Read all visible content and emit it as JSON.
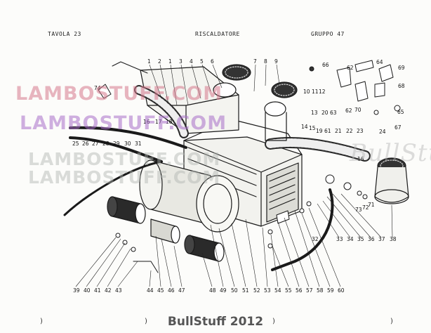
{
  "header": {
    "left": "TAVOLA 23",
    "middle": "RISCALDATORE",
    "right": "GRUPPO 47"
  },
  "watermarks": [
    "LAMBOSTUFF.COM",
    "LAMBOSTUFF.COM",
    "LAMBOSTUFF.COM",
    "LAMBOSTUFF.COM",
    "BullStuff"
  ],
  "footer": "BullStuff 2012",
  "edge_marks": [
    ")",
    ")",
    ")",
    ")"
  ],
  "part_numbers": {
    "p1": "1",
    "p2": "2",
    "p3": "3",
    "p4": "4",
    "p5": "5",
    "p6": "6",
    "p7": "7",
    "p8": "8",
    "p9": "9",
    "p10": "10",
    "p11": "11",
    "p12": "12",
    "p13": "13",
    "p14": "14",
    "p15": "15",
    "p16": "16",
    "p17": "17",
    "p18": "18",
    "p19": "19",
    "p20": "20",
    "p21": "21",
    "p22": "22",
    "p23": "23",
    "p24": "24",
    "p25": "25",
    "p26": "26",
    "p27": "27",
    "p28": "28",
    "p29": "29",
    "p30": "30",
    "p31": "31",
    "p32": "32",
    "p33": "33",
    "p34": "34",
    "p35": "35",
    "p36": "36",
    "p37": "37",
    "p38": "38",
    "p39": "39",
    "p40": "40",
    "p41": "41",
    "p42": "42",
    "p43": "43",
    "p44": "44",
    "p45": "45",
    "p46": "46",
    "p47": "47",
    "p48": "48",
    "p49": "49",
    "p50": "50",
    "p51": "51",
    "p52": "52",
    "p53": "53",
    "p54": "54",
    "p55": "55",
    "p56": "56",
    "p57": "57",
    "p58": "58",
    "p59": "59",
    "p60": "60",
    "p61": "61",
    "p62": "62",
    "p63": "63",
    "p64": "64",
    "p65": "65",
    "p66": "66",
    "p67": "67",
    "p68": "68",
    "p69": "69",
    "p70": "70",
    "p71": "71",
    "p72": "72",
    "p73": "73",
    "p74": "74",
    "p62b": "62",
    "p16b": "16"
  }
}
